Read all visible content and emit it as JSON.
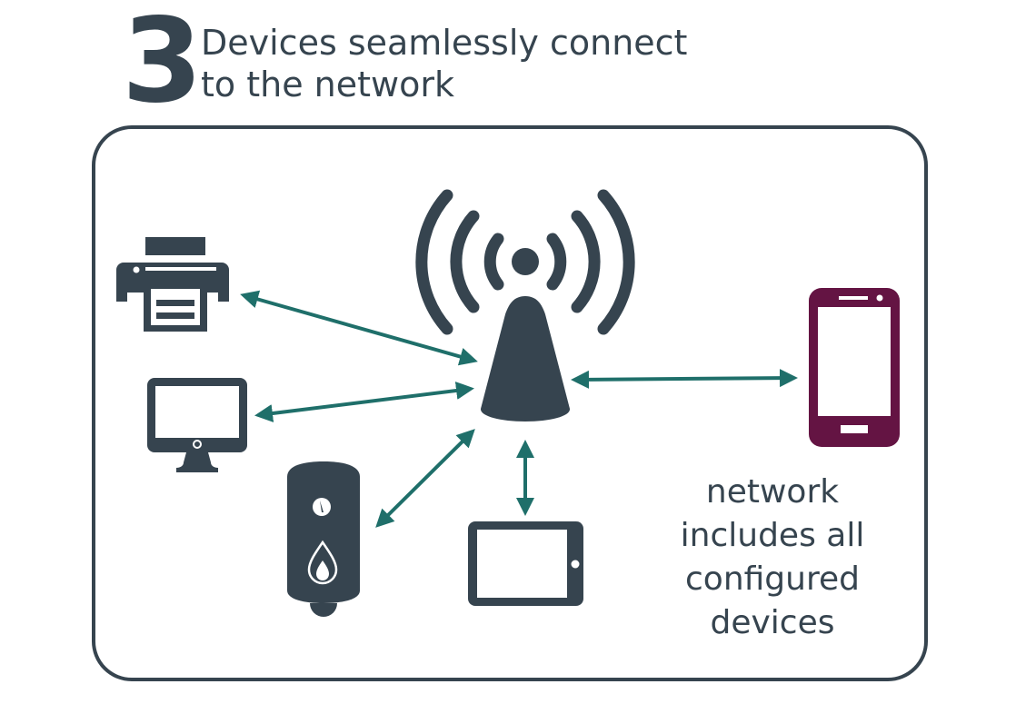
{
  "header": {
    "step_number": "3",
    "title_line_1": "Devices seamlessly connect",
    "title_line_2": "to the network"
  },
  "diagram": {
    "hub": {
      "name": "wireless access point",
      "icon": "antenna-icon"
    },
    "devices": [
      {
        "name": "printer",
        "icon": "printer-icon",
        "connection": "bidirectional"
      },
      {
        "name": "desktop monitor",
        "icon": "monitor-icon",
        "connection": "bidirectional"
      },
      {
        "name": "water heater",
        "icon": "water-heater-icon",
        "connection": "bidirectional"
      },
      {
        "name": "tablet",
        "icon": "tablet-icon",
        "connection": "bidirectional"
      },
      {
        "name": "smartphone",
        "icon": "smartphone-icon",
        "connection": "bidirectional"
      }
    ],
    "note_lines": [
      "network",
      "includes all",
      "configured",
      "devices"
    ]
  },
  "colors": {
    "icon": "#36444f",
    "arrow": "#1f6f6a",
    "phone": "#641443",
    "text": "#36444f",
    "background": "#ffffff"
  }
}
